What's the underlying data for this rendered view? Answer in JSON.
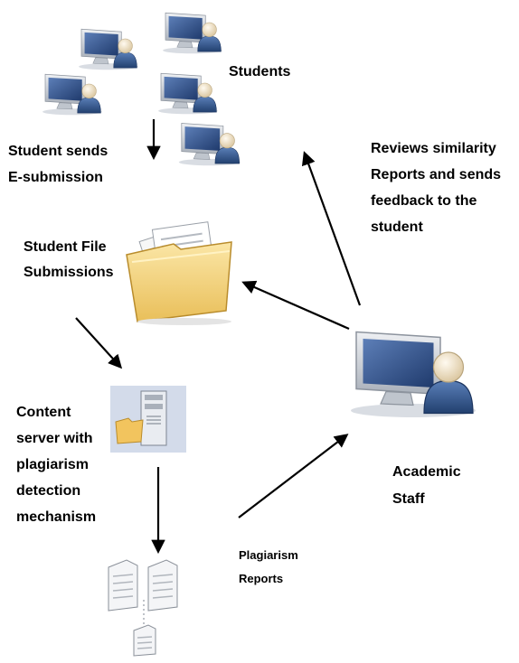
{
  "labels": {
    "students": "Students",
    "student_sends": [
      "Student sends",
      "E-submission"
    ],
    "reviews": [
      "Reviews similarity",
      "Reports and sends",
      "feedback to the",
      "student"
    ],
    "file_submissions": [
      "Student File",
      "Submissions"
    ],
    "content_server": [
      "Content",
      "server with",
      "plagiarism",
      "detection",
      "mechanism"
    ],
    "academic_staff": [
      "Academic",
      "Staff"
    ],
    "plagiarism_reports": [
      "Plagiarism",
      "Reports"
    ]
  },
  "icons": {
    "student_computer": "computer-user-icon",
    "folder": "folder-documents-icon",
    "server": "server-icon",
    "documents": "documents-icon",
    "staff_computer": "computer-user-icon"
  },
  "colors": {
    "monitor_frame": "#c9ced6",
    "screen": "#2f4f86",
    "person_body": "#3a5c8f",
    "person_head": "#f1e3c6",
    "folder": "#f6d98a",
    "arrow": "#000000"
  }
}
